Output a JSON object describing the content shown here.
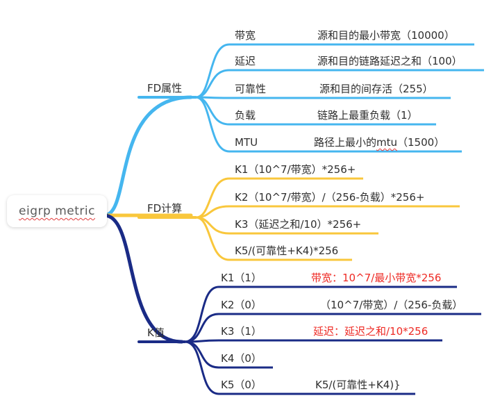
{
  "root": {
    "label": "eigrp metric"
  },
  "colors": {
    "fd_attr": "#45b6ef",
    "fd_calc": "#f9c73c",
    "k": "#1a2b86",
    "highlight": "#ee2a24"
  },
  "fd_attr": {
    "label": "FD属性",
    "items": [
      {
        "name": "带宽",
        "desc": "源和目的最小带宽（10000）"
      },
      {
        "name": "延迟",
        "desc": "源和目的链路延迟之和（100）"
      },
      {
        "name": "可靠性",
        "desc": "源和目的间存活（255）"
      },
      {
        "name": "负载",
        "desc": "链路上最重负载（1）"
      },
      {
        "name": "MTU",
        "desc_pre": "路径上最小的",
        "desc_word": "mtu",
        "desc_post": "（1500）"
      }
    ]
  },
  "fd_calc": {
    "label": "FD计算",
    "items": [
      "K1（10^7/带宽）*256+",
      "K2（10^7/带宽）/（256-负载）*256+",
      "K3（延迟之和/10）*256+",
      "K5/(可靠性+K4)*256"
    ]
  },
  "k_values": {
    "label": "K值",
    "items": [
      {
        "name": "K1（1）",
        "desc": "带宽：10^7/最小带宽*256",
        "highlight": true
      },
      {
        "name": "K2（0）",
        "desc": "（10^7/带宽）/（256-负载）",
        "highlight": false
      },
      {
        "name": "K3（1）",
        "desc": "延迟：延迟之和/10*256",
        "highlight": true
      },
      {
        "name": "K4（0）",
        "desc": "",
        "highlight": false
      },
      {
        "name": "K5（0）",
        "desc": "K5/(可靠性+K4)}",
        "highlight": false
      }
    ]
  }
}
